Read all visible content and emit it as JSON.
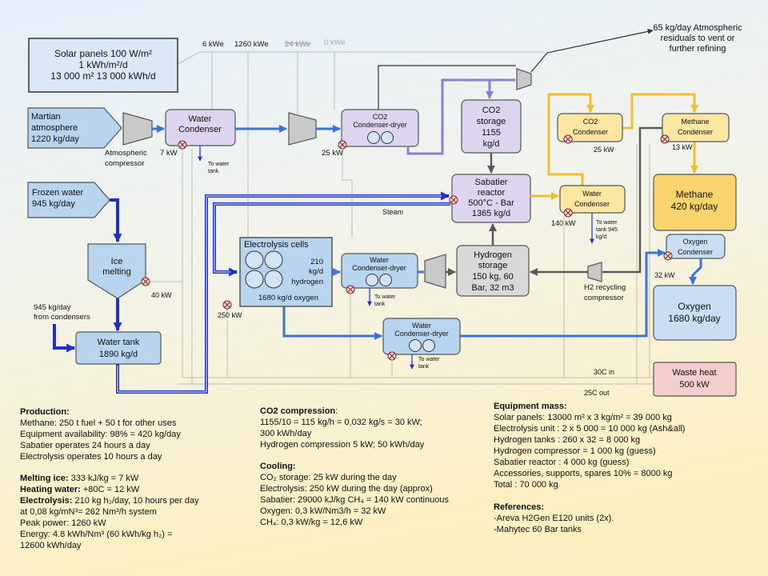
{
  "solar": {
    "l1": "Solar panels 100 W/m²",
    "l2": "1 kWh/m²/d",
    "l3": "13 000 m²   13 000 kWh/d"
  },
  "power_labels": [
    "6 kWe",
    "1260 kWe",
    "24 kWe",
    "0 kWe"
  ],
  "residuals": [
    "65 kg/day Atmospheric",
    "residuals to vent or",
    "further refining"
  ],
  "martian": [
    "Martian",
    "atmosphere",
    "1220 kg/day"
  ],
  "atm_compressor": [
    "Atmospheric",
    "compressor"
  ],
  "water_condenser_1": {
    "lines": [
      "Water",
      "Condenser"
    ],
    "power": "7 kW",
    "to_tank": [
      "To water",
      "tank"
    ]
  },
  "co2_dryer": {
    "lines": [
      "CO2",
      "Condenser-dryer"
    ],
    "power": "25 kW"
  },
  "co2_storage": [
    "CO2",
    "storage",
    "1155",
    "kg/d"
  ],
  "co2_condenser": {
    "lines": [
      "CO2",
      "Condenser"
    ],
    "power": "25 kW"
  },
  "methane_condenser": {
    "lines": [
      "Methane",
      "Condenser"
    ],
    "power": "13 kW"
  },
  "methane": [
    "Methane",
    "420 kg/day"
  ],
  "sabatier": [
    "Sabatier",
    "reactor",
    "500°C - Bar",
    "1365 kg/d"
  ],
  "steam": "Steam",
  "water_condenser_2": {
    "lines": [
      "Water",
      "Condenser"
    ],
    "power": "140 kW",
    "to_tank": [
      "To water",
      "tank 945",
      "kg/d"
    ]
  },
  "frozen": [
    "Frozen water",
    "945 kg/day"
  ],
  "ice": {
    "lines": [
      "Ice",
      "melting"
    ],
    "power": "40 kW"
  },
  "water_tank": [
    "Water tank",
    "1890 kg/d"
  ],
  "from_condensers": [
    "945 kg/day",
    "from condensers"
  ],
  "electrolysis": {
    "title": "Electrolysis cells",
    "h2": [
      "210",
      "kg/d",
      "hydrogen"
    ],
    "o2": "1680 kg/d oxygen",
    "power": "250 kW"
  },
  "dryer_h2": {
    "lines": [
      "Water",
      "Condenser-dryer"
    ],
    "to_tank": [
      "To water",
      "tank"
    ]
  },
  "hydrogen": [
    "Hydrogen",
    "storage",
    "150 kg, 60",
    "Bar, 32 m3"
  ],
  "h2_recycling": [
    "H2 recycling",
    "compressor"
  ],
  "oxygen_condenser": {
    "lines": [
      "Oxygen",
      "Condenser"
    ],
    "power": "32 kW"
  },
  "oxygen": [
    "Oxygen",
    "1680 kg/day"
  ],
  "dryer_o2": {
    "lines": [
      "Water",
      "Condenser-dryer"
    ],
    "to_tank": [
      "To water",
      "tank"
    ]
  },
  "waste_heat": [
    "Waste heat",
    "500 kW"
  ],
  "cooling_lines": [
    "30C in",
    "25C out"
  ],
  "notes": {
    "production": {
      "title": "Production:",
      "lines": [
        "Methane: 250 t fuel + 50 t for other uses",
        "Equipment availability: 98% = 420 kg/day",
        "Sabatier operates 24 hours a day",
        "Electrolysis operates 10 hours a day"
      ]
    },
    "melting": {
      "label": "Melting ice:",
      "value": " 333 kJ/kg = 7 kW"
    },
    "heating": {
      "label": "Heating water:",
      "value": " +80C = 12 kW"
    },
    "electrolysis": {
      "label": "Electrolysis:",
      "value": " 210 kg h₂/day, 10 hours per day",
      "lines": [
        "at 0,08 kg/mN³= 262 Nm³/h system",
        "Peak power: 1260 kW",
        "Energy: 4.8 kWh/Nm³ (60 kWh/kg h₂) =",
        "12600 kWh/day"
      ]
    },
    "co2_compression": {
      "label": "CO2 compression",
      "value": ":",
      "lines": [
        "1155/10 = 115 kg/h = 0,032 kg/s = 30 kW;",
        "300 kWh/day",
        "Hydrogen compression 5 kW; 50 kWh/day"
      ]
    },
    "cooling": {
      "title": "Cooling:",
      "lines": [
        "CO₂ storage: 25 kW during the day",
        "Electrolysis: 250 kW during the day (approx)",
        "Sabatier: 29000 kJ/kg CH₄ = 140 kW continuous",
        "Oxygen: 0,3 kW/Nm3/h = 32 kW",
        "CH₄: 0,3 kW/kg = 12,6 kW"
      ]
    },
    "equipment_mass": {
      "title": "Equipment mass:",
      "lines": [
        "Solar panels: 13000 m² x 3 kg/m² = 39 000 kg",
        "Electrolysis unit : 2 x 5 000 = 10 000 kg (Ash&all)",
        "Hydrogen tanks : 260 x 32 = 8 000 kg",
        "Hydrogen compressor = 1 000 kg (guess)",
        "Sabatier reactor : 4 000 kg (guess)",
        "Accessories, supports, spares 10% = 8000 kg",
        "Total : 70 000 kg"
      ]
    },
    "references": {
      "title": "References:",
      "lines": [
        "-Areva H2Gen E120 units (2x).",
        "-Mahytec 60 Bar tanks"
      ]
    }
  },
  "colors": {
    "water_flow": "#3b73d9",
    "frozen_water_flow": "#1f2fc8",
    "co2_flow": "#8a7fd0",
    "sabatier_output": "#efbf2c",
    "hydrogen_flow": "#5a5a5a"
  }
}
